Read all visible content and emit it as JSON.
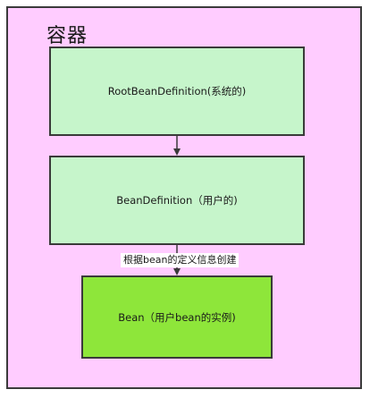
{
  "container": {
    "title": "容器"
  },
  "nodes": {
    "root_bean_definition": "RootBeanDefinition(系统的)",
    "bean_definition": "BeanDefinition（用户的)",
    "bean": "Bean（用户bean的实例)"
  },
  "edges": {
    "definition_to_bean_label": "根据bean的定义信息创建"
  },
  "colors": {
    "container_fill": "#ffccff",
    "definition_fill": "#c6f5cb",
    "bean_fill": "#8ee63a",
    "stroke": "#3a3a3a"
  }
}
